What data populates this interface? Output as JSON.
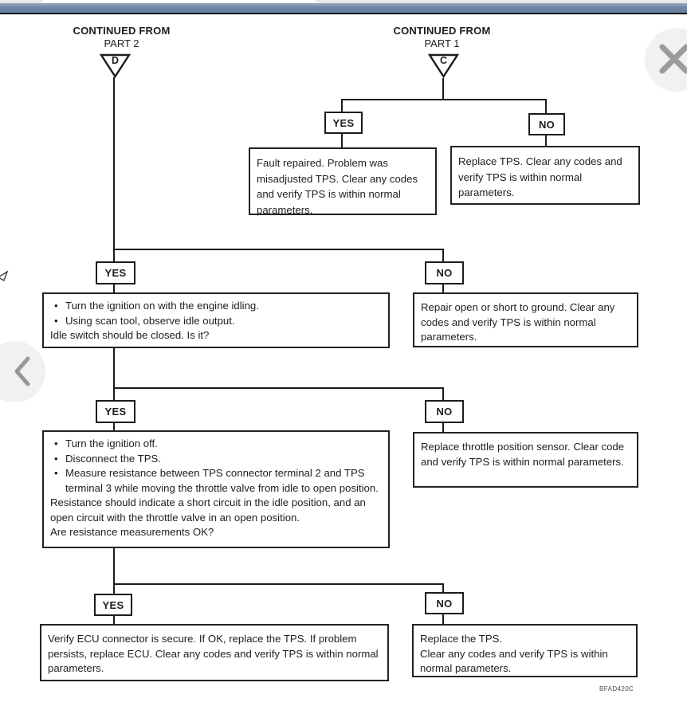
{
  "chrome": {
    "back_icon": "chevron-left",
    "close_icon": "close"
  },
  "colors": {
    "toolbar_blue": "#6d88a4",
    "toolbar_border": "#0f0f1a",
    "ink": "#1c1c1c",
    "nav_circle_gray": "#f1f1f1",
    "nav_icon_gray": "#979797"
  },
  "flowchart": {
    "labels": {
      "yes": "YES",
      "no": "NO"
    },
    "continued_left": {
      "line1": "CONTINUED FROM",
      "line2": "PART 2",
      "letter": "D"
    },
    "continued_right": {
      "line1": "CONTINUED FROM",
      "line2": "PART 1",
      "letter": "C"
    },
    "r1_yes_text": "Fault repaired. Problem was misadjusted TPS. Clear any codes and verify TPS is within normal parameters.",
    "r1_no_text": "Replace TPS. Clear any codes and verify TPS is within normal parameters.",
    "r2_question": {
      "bullets": [
        "Turn the ignition on with the engine idling.",
        "Using scan tool, observe idle output."
      ],
      "after": [
        "Idle switch should be closed. Is it?"
      ]
    },
    "r2_no_text": "Repair open or short to ground. Clear any codes and verify TPS is within normal parameters.",
    "r3_question": {
      "bullets": [
        "Turn the ignition off.",
        "Disconnect the TPS.",
        "Measure resistance between TPS connector terminal 2 and TPS terminal 3 while moving the throttle valve from idle to open position."
      ],
      "after": [
        "Resistance should indicate a short circuit in the idle position, and an open circuit with the throttle valve in an open position.",
        "Are resistance measurements OK?"
      ]
    },
    "r3_no_text": "Replace throttle position sensor. Clear code and verify TPS is within normal parameters.",
    "r4_yes_text": "Verify ECU connector is secure. If OK, replace the TPS. If problem persists, replace ECU. Clear any codes and verify TPS is within normal parameters.",
    "r4_no_lines": [
      "Replace the TPS.",
      "Clear any codes and verify TPS is within normal parameters."
    ],
    "figure_code": "BFAD420C"
  }
}
